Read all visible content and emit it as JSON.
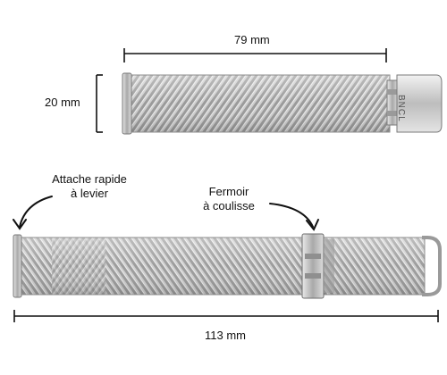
{
  "dimensions": {
    "top_length": "79 mm",
    "top_width": "20 mm",
    "bottom_length": "113 mm"
  },
  "callouts": {
    "quick_release": [
      "Attache rapide",
      "à levier"
    ],
    "clasp": [
      "Fermoir",
      "à coulisse"
    ]
  },
  "engraving": "BNCL",
  "colors": {
    "mesh_light": "#d9d9d9",
    "mesh_dark": "#8a8a8a",
    "line": "#111111"
  }
}
